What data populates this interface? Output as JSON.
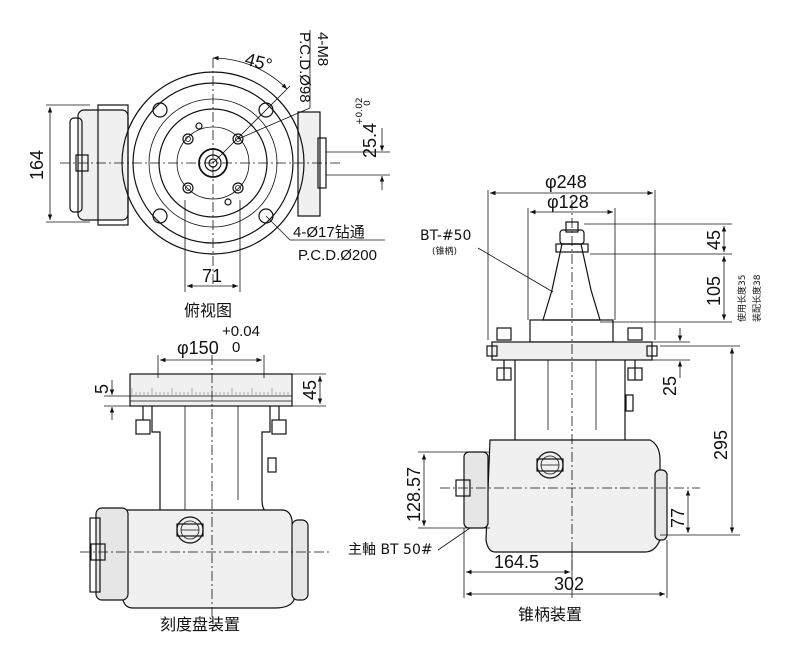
{
  "top_view": {
    "caption": "俯视图",
    "dim_angle": "45°",
    "dim_bolt_label": "4-M8",
    "dim_pcd_98": "P.C.D.Ø98",
    "dim_height": "164",
    "dim_offset_val": "25.4",
    "dim_offset_tol_upper": "+0.02",
    "dim_offset_tol_lower": "0",
    "dim_hole_label": "4-Ø17钻通",
    "dim_pcd_200": "P.C.D.Ø200",
    "dim_71": "71"
  },
  "front_view": {
    "caption": "刻度盘装置",
    "dim_150": "φ150",
    "dim_150_tol_upper": "+0.04",
    "dim_150_tol_lower": "0",
    "dim_5": "5",
    "dim_45": "45"
  },
  "side_view": {
    "caption": "锥柄装置",
    "dim_248": "φ248",
    "dim_128": "φ128",
    "bt_label": "BT-#50",
    "bt_sub": "(锥柄)",
    "dim_45": "45",
    "dim_105": "105",
    "use_length": "使用长度35",
    "fit_length": "装配长度38",
    "dim_25": "25",
    "dim_295": "295",
    "dim_128_57": "128.57",
    "dim_77": "77",
    "spindle_label": "主軸 BT 50#",
    "dim_164_5": "164.5",
    "dim_302": "302"
  }
}
